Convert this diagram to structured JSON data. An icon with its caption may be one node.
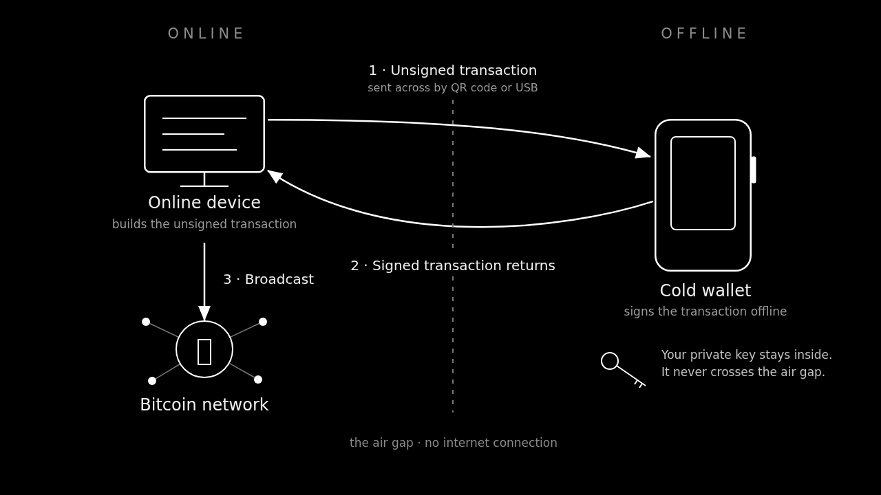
{
  "diagram": {
    "nodes": [
      {
        "text": [
          "Online device",
          "builds the unsigned transaction"
        ]
      },
      {
        "text": [
          "Cold wallet",
          "signs the transaction offline"
        ]
      },
      {
        "text": [
          "Bitcoin network"
        ]
      },
      {
        "text": [],
        "shape": "circle"
      },
      {
        "text": [],
        "shape": "circle"
      },
      {
        "text": [],
        "shape": "circle"
      },
      {
        "text": [],
        "shape": "circle"
      }
    ],
    "edges": [
      {
        "from": 0,
        "to": 1,
        "arrow": "to",
        "label": "1 · Unsigned transaction",
        "color": "#ffffff"
      },
      {
        "from": 1,
        "to": 0,
        "arrow": "to",
        "label": "2 · Signed transaction returns",
        "color": "#ffffff"
      },
      {
        "from": 0,
        "to": 2,
        "arrow": "to",
        "label": "3 · Broadcast",
        "color": "#ffffff"
      },
      {
        "from": 2,
        "to": 3,
        "arrow": "none"
      },
      {
        "from": 2,
        "to": 4,
        "arrow": "none"
      },
      {
        "from": 2,
        "to": 5,
        "arrow": "none"
      },
      {
        "from": 2,
        "to": 6,
        "arrow": "none"
      }
    ],
    "labels": [
      "ONLINE",
      "OFFLINE",
      "sent across by QR code or USB",
      "Your private key stays inside. It never crosses the air gap.",
      "the air gap · no internet connection"
    ]
  }
}
